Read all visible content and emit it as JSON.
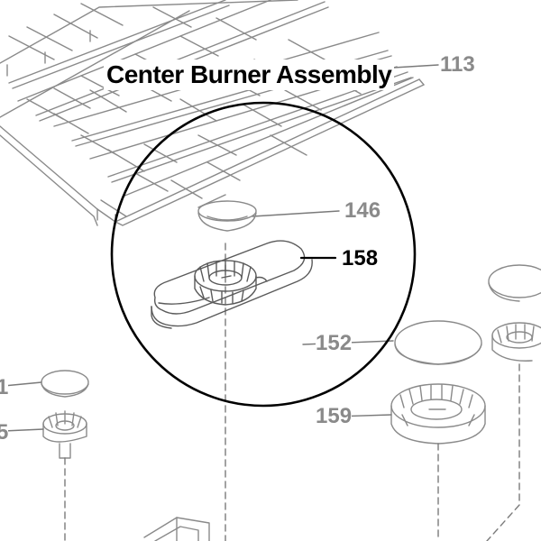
{
  "diagram": {
    "title": "Center Burner Assembly",
    "callouts": {
      "grate": "113",
      "burner_cap": "146",
      "center_burner": "158",
      "right_cap": "152",
      "right_burner": "159",
      "left_cap_partial": "1",
      "left_burner_partial": "5"
    },
    "colors": {
      "line": "#7a7a7a",
      "callout_text": "#8a8a8a",
      "focus_text": "#000000",
      "focus_circle": "#000000"
    }
  }
}
